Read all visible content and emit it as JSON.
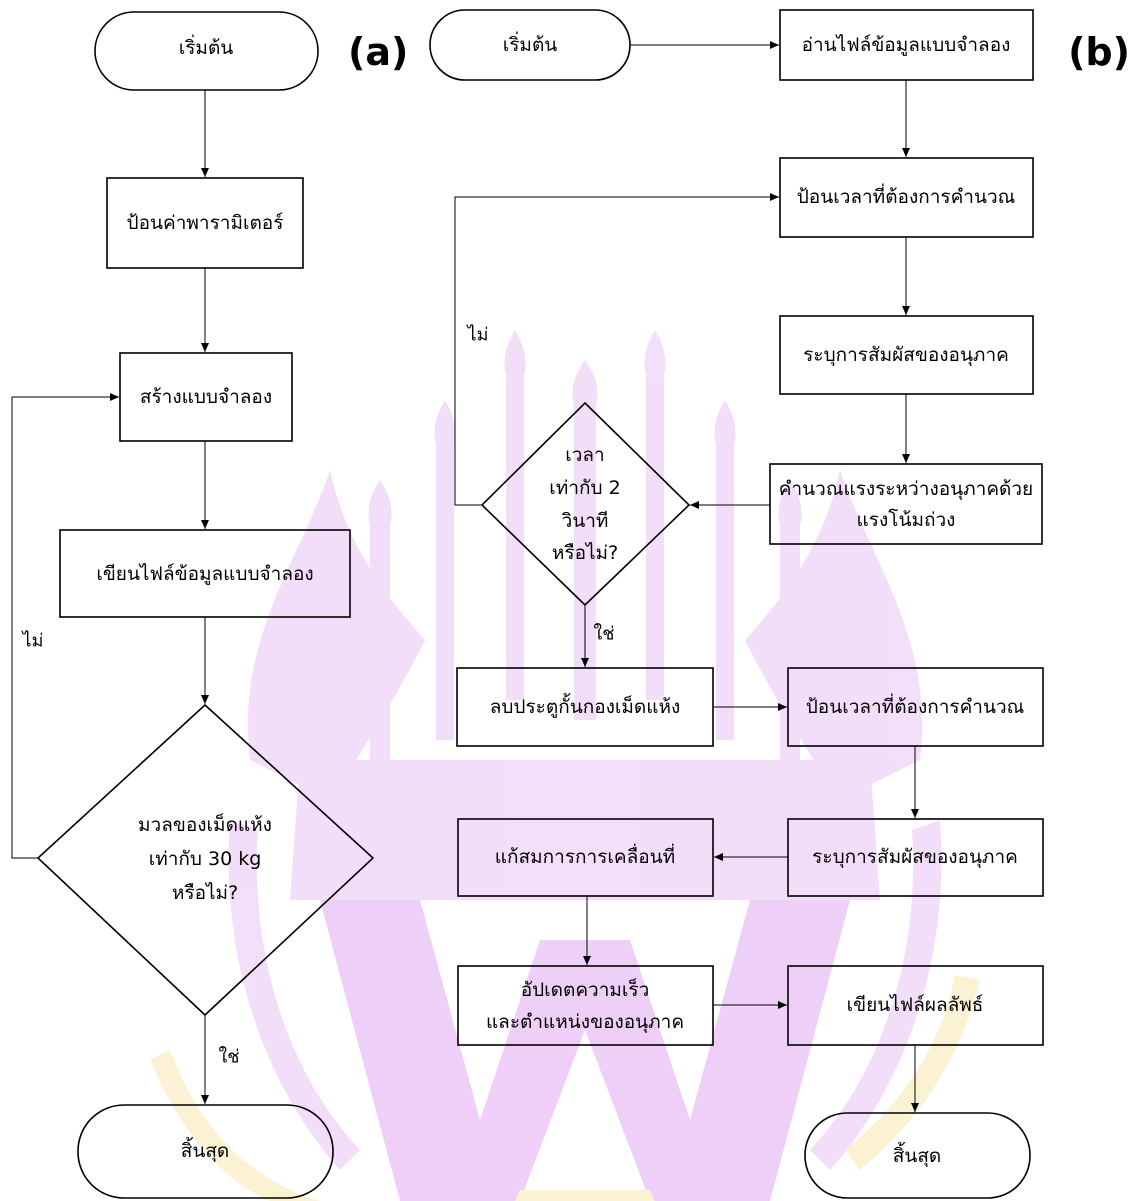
{
  "diagram_a": {
    "label": "(a)",
    "start": "เริ่มต้น",
    "step_input_parameters": "ป้อนค่าพารามิเตอร์",
    "step_create_model": "สร้างแบบจำลอง",
    "step_write_model_file": "เขียนไฟล์ข้อมูลแบบจำลอง",
    "decision_lines": [
      "มวลของเม็ดแห้ง",
      "เท่ากับ 30 kg",
      "หรือไม่?"
    ],
    "no_label": "ไม่",
    "yes_label": "ใช่",
    "end": "สิ้นสุด"
  },
  "diagram_b": {
    "label": "(b)",
    "start": "เริ่มต้น",
    "step_read_model_file": "อ่านไฟล์ข้อมูลแบบจำลอง",
    "step_input_time": "ป้อนเวลาที่ต้องการคำนวณ",
    "step_detect_contact": "ระบุการสัมผัสของอนุภาค",
    "step_compute_force_lines": [
      "คำนวณแรงระหว่างอนุภาคด้วย",
      "แรงโน้มถ่วง"
    ],
    "decision_lines": [
      "เวลา",
      "เท่ากับ 2",
      "วินาที",
      "หรือไม่?"
    ],
    "no_label": "ไม่",
    "yes_label": "ใช่",
    "step_remove_gate": "ลบประตูกั้นกองเม็ดแห้ง",
    "step_input_time_2": "ป้อนเวลาที่ต้องการคำนวณ",
    "step_detect_contact_2": "ระบุการสัมผัสของอนุภาค",
    "step_solve_motion": "แก้สมการการเคลื่อนที่",
    "step_update_lines": [
      "อัปเดตความเร็ว",
      "และตำแหน่งของอนุภาค"
    ],
    "step_write_results": "เขียนไฟล์ผลลัพธ์",
    "end": "สิ้นสุด"
  },
  "colors": {
    "stroke": "#000000",
    "background": "#ffffff",
    "watermark": "#f2d9f9",
    "watermark_gold": "#fbf0cc"
  }
}
